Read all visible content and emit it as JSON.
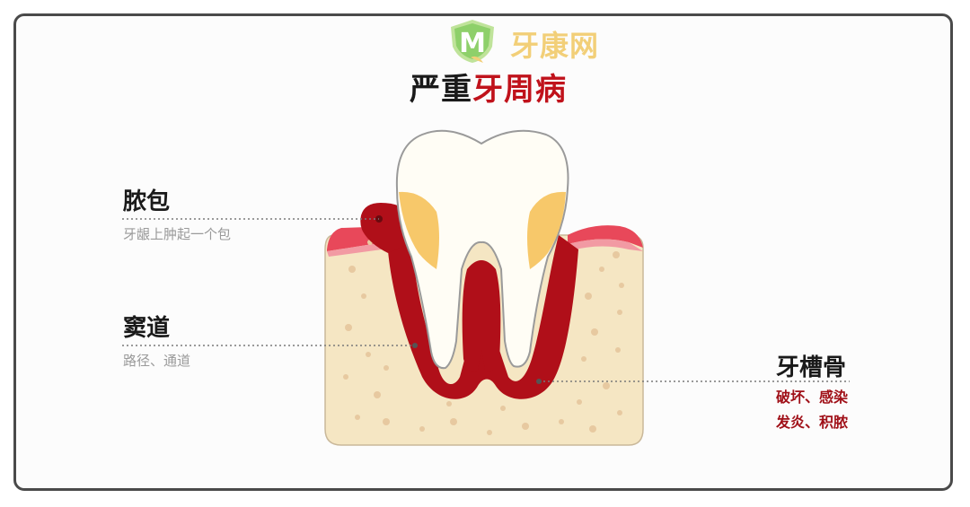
{
  "watermark": {
    "logo_letter": "M",
    "text": "牙康网"
  },
  "title": {
    "part_dark": "严重",
    "part_red": "牙周病"
  },
  "labels": {
    "abscess": {
      "title": "脓包",
      "desc": "牙龈上肿起一个包"
    },
    "sinus": {
      "title": "窦道",
      "desc": "路径、通道"
    },
    "bone": {
      "title": "牙槽骨",
      "line1": "破坏、感染",
      "line2": "发炎、积脓"
    }
  },
  "colors": {
    "frame": "#4a4a4a",
    "title_red": "#c0121b",
    "infection_red": "#b00f19",
    "gum_pink": "#e8485a",
    "bone": "#f5e6c3",
    "tooth": "#fffdf5",
    "plaque": "#f7c86a",
    "watermark": "#f2cf78",
    "logo_green": "#8ed06a"
  }
}
